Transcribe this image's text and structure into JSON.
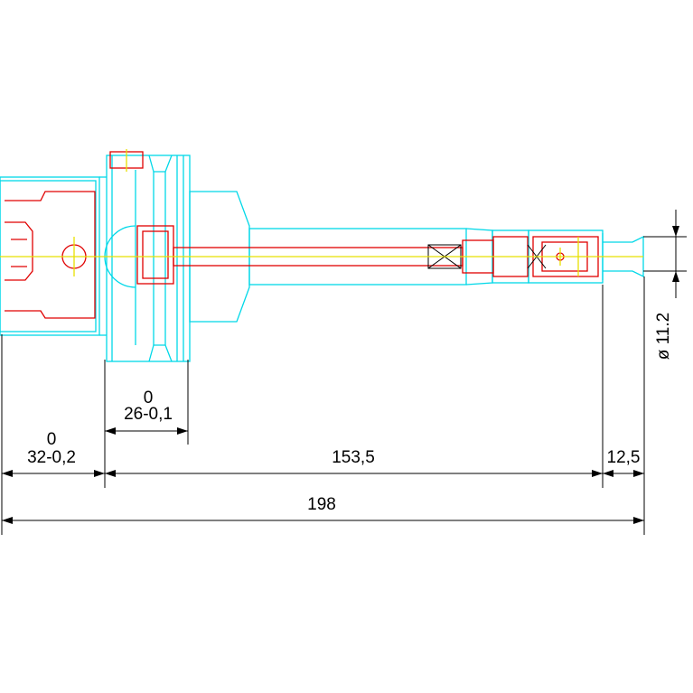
{
  "drawing": {
    "colors": {
      "outline": "#00d8e8",
      "section": "#e00000",
      "centerline": "#e8e000",
      "dimension": "#000000",
      "background": "#ffffff"
    },
    "dimensions": {
      "taper_length": {
        "upper": "0",
        "lower": "32-0,2"
      },
      "flange_length": {
        "upper": "0",
        "lower": "26-0,1"
      },
      "bar_length": "153,5",
      "tip_length": "12,5",
      "total_length": "198",
      "tip_diameter": "ø 11.2"
    }
  }
}
